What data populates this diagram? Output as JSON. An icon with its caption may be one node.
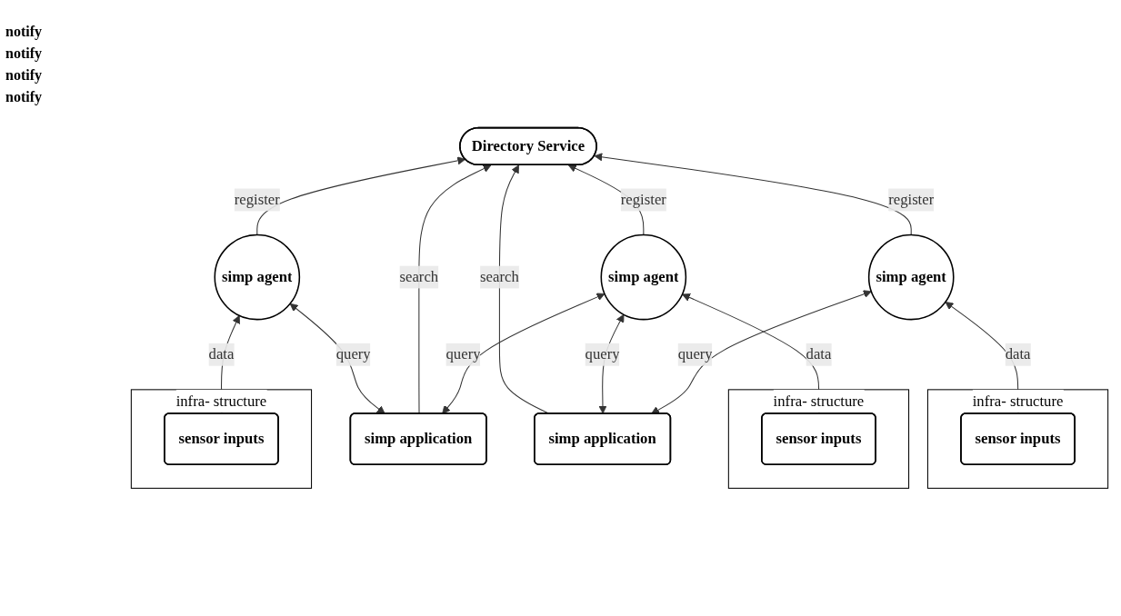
{
  "diagram": {
    "nodes": [
      {
        "text": [
          "Directory Service"
        ]
      },
      {
        "text": [
          "simp agent"
        ]
      },
      {
        "text": [
          "infra- structure"
        ]
      },
      {
        "text": [
          "sensor inputs"
        ],
        "in": 2
      },
      {
        "text": [
          "simp application"
        ]
      },
      {
        "text": [
          "simp agent"
        ]
      },
      {
        "text": [
          "infra- structure"
        ]
      },
      {
        "text": [
          "sensor inputs"
        ],
        "in": 6
      },
      {
        "text": [
          "simp agent"
        ]
      },
      {
        "text": [
          "infra- structure"
        ]
      },
      {
        "text": [
          "sensor inputs"
        ],
        "in": 9
      },
      {
        "text": [
          "simp application"
        ]
      }
    ],
    "edges": [
      {
        "from": 1,
        "to": 0,
        "label": "register",
        "arrow": "to"
      },
      {
        "from": 3,
        "to": 1,
        "label": "data",
        "arrow": "to"
      },
      {
        "from": 4,
        "to": 1,
        "label": "query",
        "arrow": "both"
      },
      {
        "from": 4,
        "to": 0,
        "label": "search",
        "arrow": "to"
      },
      {
        "from": 5,
        "to": 0,
        "label": "register",
        "arrow": "to"
      },
      {
        "from": 4,
        "to": 5,
        "label": "query",
        "arrow": "both"
      },
      {
        "from": 7,
        "to": 5,
        "label": "data",
        "arrow": "to"
      },
      {
        "from": 11,
        "to": 0,
        "label": "search",
        "arrow": "to"
      },
      {
        "from": 11,
        "to": 5,
        "label": "query",
        "arrow": "both"
      },
      {
        "from": 8,
        "to": 0,
        "label": "register",
        "arrow": "to"
      },
      {
        "from": 10,
        "to": 8,
        "label": "data",
        "arrow": "to"
      },
      {
        "from": 11,
        "to": 8,
        "label": "query",
        "arrow": "both"
      }
    ],
    "labels": [
      "notify",
      "notify",
      "notify",
      "notify"
    ]
  }
}
